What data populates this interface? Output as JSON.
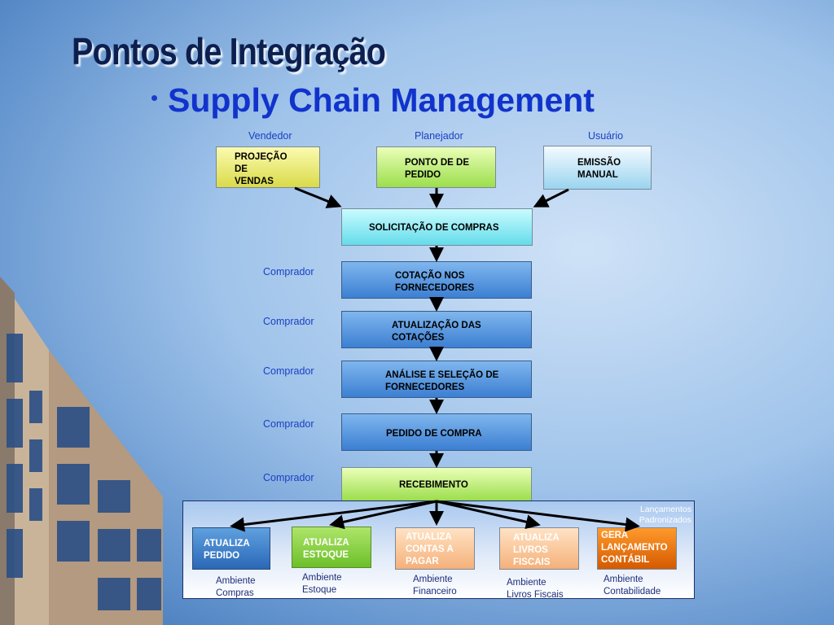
{
  "title": "Pontos de Integração",
  "subtitle": "Supply Chain Management",
  "roles": {
    "vendedor": "Vendedor",
    "planejador": "Planejador",
    "usuario": "Usuário",
    "comprador": "Comprador"
  },
  "boxes": {
    "projecao": "PROJEÇÃO\n DE\nVENDAS",
    "ponto_pedido": "PONTO DE  DE\nPEDIDO",
    "emissao": "EMISSÃO\nMANUAL",
    "solicitacao": "SOLICITAÇÃO DE COMPRAS",
    "cotacao": "COTAÇÃO NOS\n FORNECEDORES",
    "atualizacao_cotacoes": "ATUALIZAÇÃO DAS\nCOTAÇÕES",
    "analise": "ANÁLISE E SELEÇÃO DE\nFORNECEDORES",
    "pedido_compra": "PEDIDO DE COMPRA",
    "recebimento": "RECEBIMENTO"
  },
  "outputs": {
    "atualiza_pedido": "ATUALIZA\nPEDIDO",
    "atualiza_estoque": "ATUALIZA\nESTOQUE",
    "atualiza_contas": "ATUALIZA\nCONTAS A\nPAGAR",
    "atualiza_livros": "ATUALIZA\nLIVROS\nFISCAIS",
    "gera_lancamento": "GERA\nLANÇAMENTO\nCONTÁBIL"
  },
  "environments": {
    "compras": "Ambiente\nCompras",
    "estoque": "Ambiente\nEstoque",
    "financeiro": "Ambiente\nFinanceiro",
    "livros": "Ambiente\nLivros Fiscais",
    "contabilidade": "Ambiente\nContabilidade"
  },
  "lancamentos": "Lançamentos\nPadronizados",
  "colors": {
    "title": "#0d1f4e",
    "subtitle": "#1133cc",
    "role_text": "#1a40c4",
    "process_blue": "#3c7fd2",
    "orange": "#d45a00"
  }
}
